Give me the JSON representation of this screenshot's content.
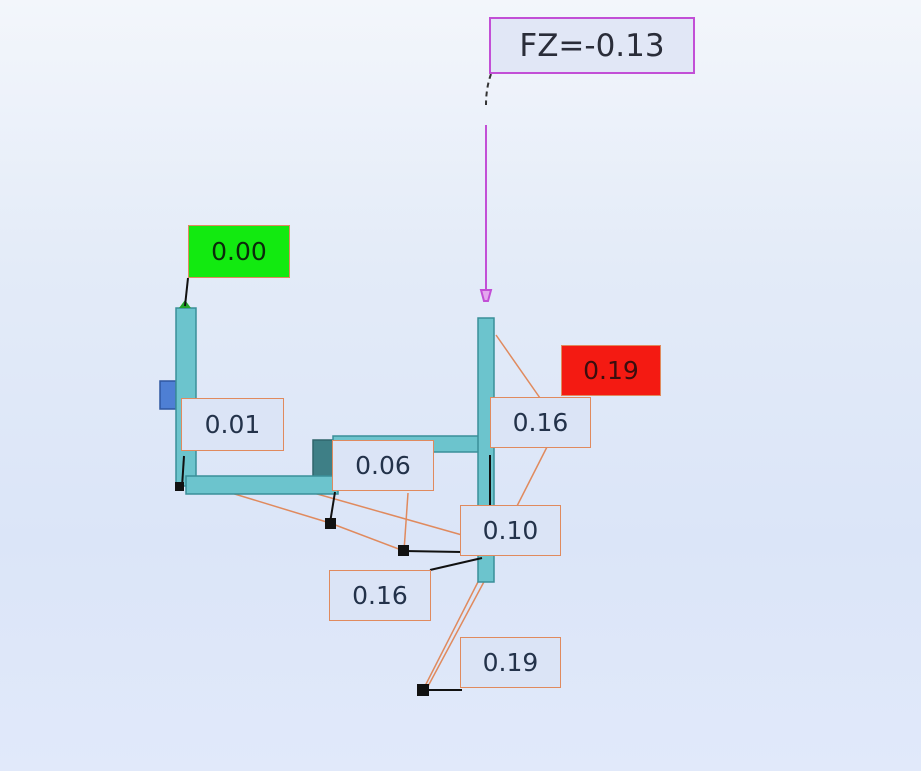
{
  "force": {
    "label": "FZ=-0.13",
    "color": "#c24fd6"
  },
  "values": {
    "top_left": "0.00",
    "left_mid": "0.01",
    "center": "0.06",
    "right_mid": "0.16",
    "right_red": "0.19",
    "junction": "0.10",
    "lower_left": "0.16",
    "bottom": "0.19"
  },
  "colors": {
    "pipe": "#6cc4cd",
    "pipe_edge": "#3a8f99",
    "lead_line": "#e08a5e",
    "label_bg": "#dbe4f6",
    "max_highlight": "#f41a12",
    "min_highlight": "#12ea10",
    "node": "#111111"
  }
}
